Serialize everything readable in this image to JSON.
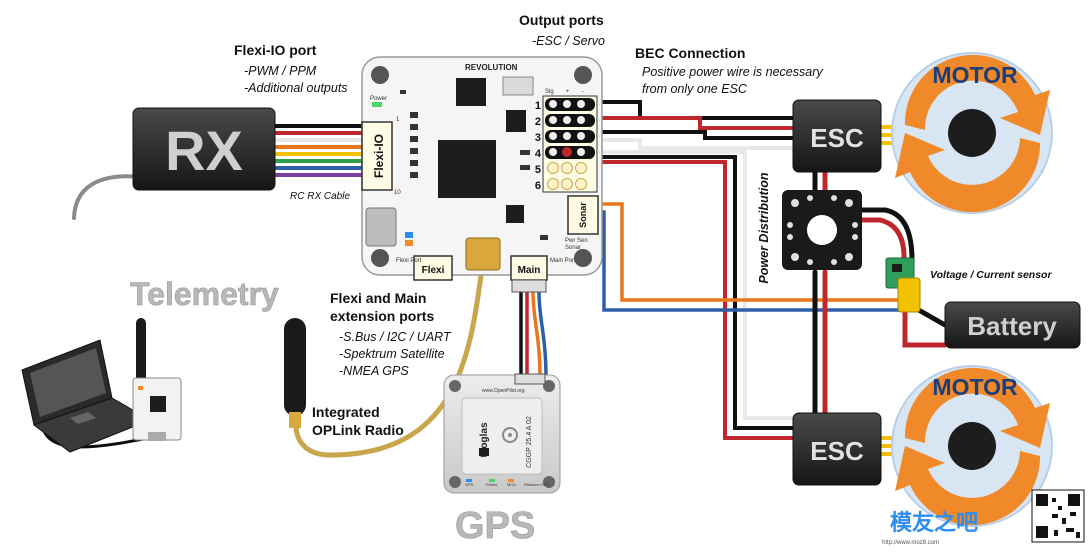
{
  "labels": {
    "output_ports": "Output ports",
    "output_ports_sub": "-ESC / Servo",
    "bec_connection": "BEC Connection",
    "bec_sub1": "Positive power wire is necessary",
    "bec_sub2": "from only one ESC",
    "flexi_io_port": "Flexi-IO port",
    "flexi_io_sub1": "-PWM / PPM",
    "flexi_io_sub2": "-Additional outputs",
    "rx": "RX",
    "rc_rx_cable": "RC RX Cable",
    "telemetry": "Telemetry",
    "flexi_main_title1": "Flexi and Main",
    "flexi_main_title2": "extension ports",
    "flexi_main_sub1": "-S.Bus / I2C / UART",
    "flexi_main_sub2": "-Spektrum Satellite",
    "flexi_main_sub3": "-NMEA GPS",
    "integrated_title1": "Integrated",
    "integrated_title2": "OPLink  Radio",
    "gps": "GPS",
    "power_distribution": "Power Distribution",
    "voltage_current_sensor": "Voltage / Current sensor",
    "battery": "Battery",
    "esc": "ESC",
    "motor": "MOTOR"
  },
  "board": {
    "brand": "REVOLUTION",
    "flexi_io": "Flexi-IO",
    "flexi": "Flexi",
    "main": "Main",
    "sonar": "Sonar",
    "power": "Power",
    "flexi_port": "Flexi Port",
    "main_port": "Main Port",
    "pwr_sen": "Pwr Sen",
    "sonar_small": "Sonar",
    "sig": "Sig",
    "plus": "+",
    "minus": "-",
    "pin1": "1",
    "pin10": "10",
    "ports": [
      "1",
      "2",
      "3",
      "4",
      "5",
      "6"
    ]
  },
  "gps_module": {
    "site": "www.OpenPilot.org",
    "antenna_brand": "taoglas",
    "antenna_code": "CGGP 25.4 A 02",
    "pin_gps": "GPS",
    "pin_power": "Power",
    "pin_mcu": "MCU",
    "platinum": "Platinum GPS"
  },
  "watermark": {
    "brand": "模友之吧",
    "site": "http://www.moz8.com"
  },
  "colors": {
    "wire_red": "#c0272d",
    "wire_black": "#111111",
    "wire_orange": "#e8761c",
    "wire_blue": "#2c5fa8",
    "wire_yellow": "#f2c200",
    "cable_gold": "#c9a54b",
    "motor_arrow": "#f0892a",
    "motor_halo": "#cfe0f1",
    "board": "#f7f7f7"
  }
}
